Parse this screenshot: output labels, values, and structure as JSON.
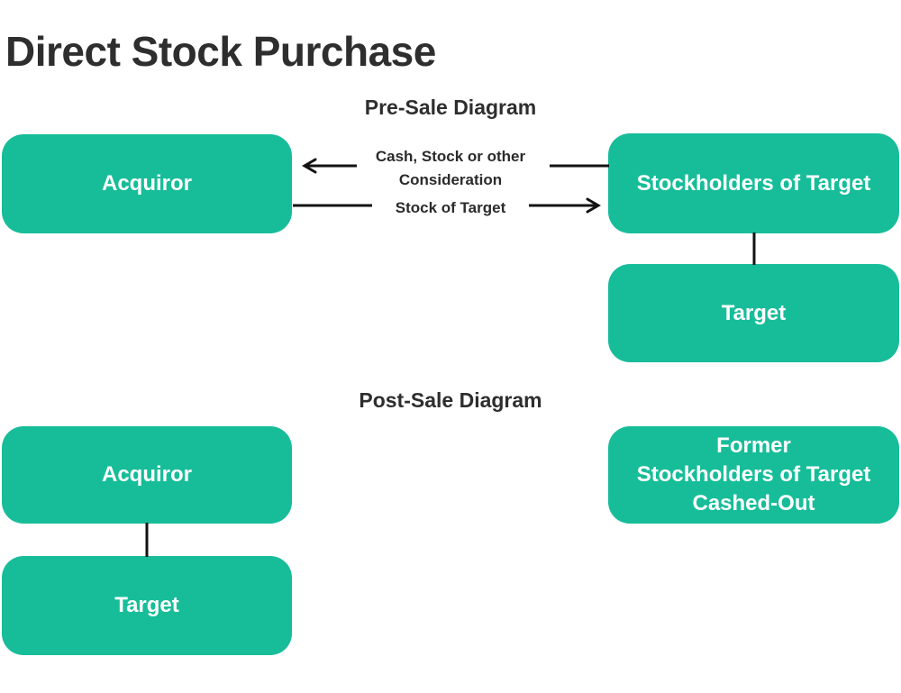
{
  "title": "Direct Stock Purchase",
  "colors": {
    "box_fill": "#17bd99",
    "box_text": "#ffffff",
    "heading_text": "#2e2e2e",
    "line": "#131313"
  },
  "pre_sale": {
    "heading": "Pre-Sale Diagram",
    "boxes": {
      "acquiror": "Acquiror",
      "stockholders": "Stockholders of Target",
      "target": "Target"
    },
    "arrows": {
      "consideration_line1": "Cash, Stock or other",
      "consideration_line2": "Consideration",
      "stock_of_target": "Stock of Target"
    }
  },
  "post_sale": {
    "heading": "Post-Sale Diagram",
    "boxes": {
      "acquiror": "Acquiror",
      "target": "Target",
      "former_line1": "Former",
      "former_line2": "Stockholders of Target",
      "former_line3": "Cashed-Out"
    }
  }
}
